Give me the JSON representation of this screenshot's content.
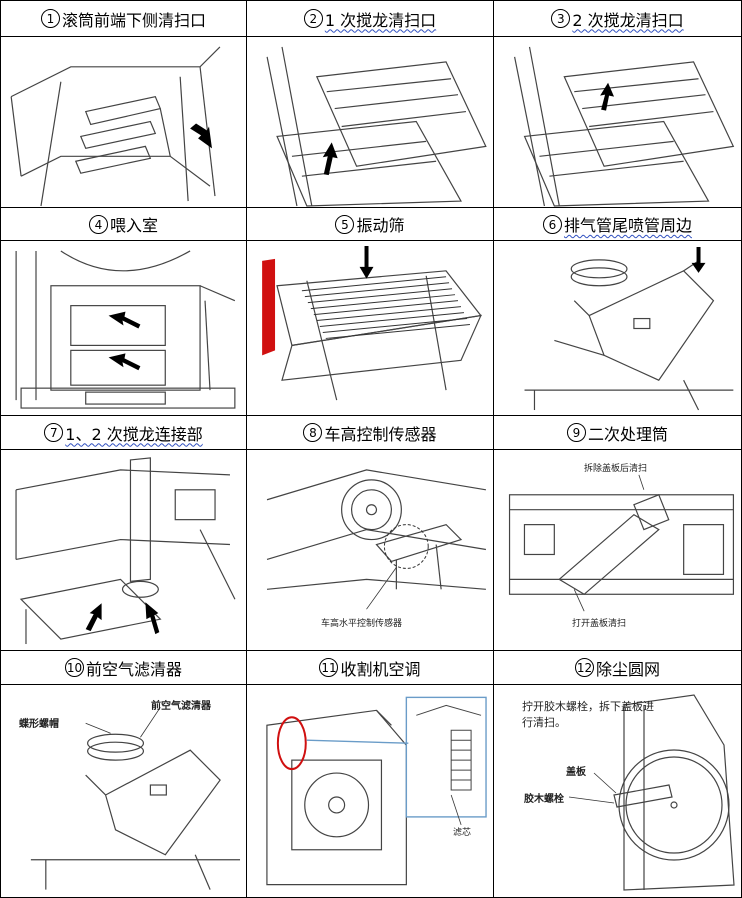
{
  "cells": [
    {
      "num": "1",
      "title": "滚筒前端下侧清扫口"
    },
    {
      "num": "2",
      "title": "1 次搅龙清扫口"
    },
    {
      "num": "3",
      "title": "2 次搅龙清扫口"
    },
    {
      "num": "4",
      "title": "喂入室"
    },
    {
      "num": "5",
      "title": "振动筛"
    },
    {
      "num": "6",
      "title": "排气管尾喷管周边"
    },
    {
      "num": "7",
      "title": "1、2 次搅龙连接部"
    },
    {
      "num": "8",
      "title": "车高控制传感器"
    },
    {
      "num": "9",
      "title": "二次处理筒"
    },
    {
      "num": "10",
      "title": "前空气滤清器"
    },
    {
      "num": "11",
      "title": "收割机空调"
    },
    {
      "num": "12",
      "title": "除尘圆网"
    }
  ],
  "labels": {
    "c8_sensor": "车高水平控制传感器",
    "c9_top": "拆除盖板后清扫",
    "c9_bottom": "打开盖板清扫",
    "c10_filter": "前空气滤清器",
    "c10_nut": "蝶形螺帽",
    "c11_filter": "滤芯",
    "c12_note": "拧开胶木螺栓，拆下盖板进行清扫。",
    "c12_cover": "盖板",
    "c12_bolt": "胶木螺栓"
  },
  "colors": {
    "border": "#000000",
    "line": "#444444",
    "arrow": "#000000",
    "red": "#d01010",
    "blue": "#6a9cc8"
  }
}
